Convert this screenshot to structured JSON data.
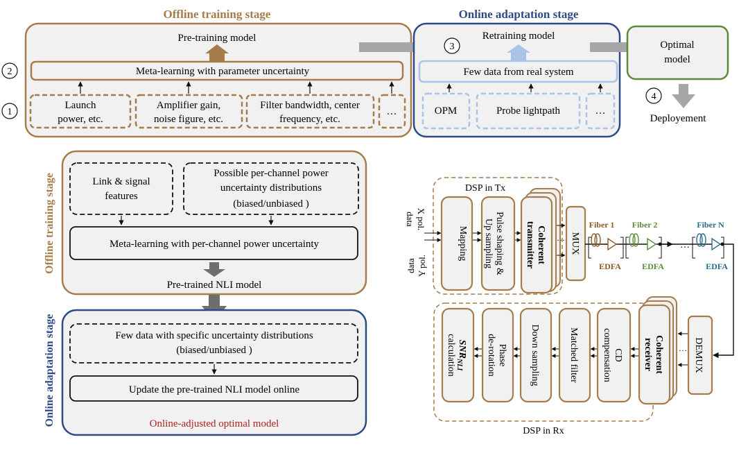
{
  "colors": {
    "offline": "#A57C4A",
    "online": "#2E4A86",
    "optimal": "#5E8A3A",
    "online_adjusted": "#B22222",
    "grey_fill": "#F1F1F1",
    "light_blue": "#A9C4E6",
    "fiber1": "#8B5A2B",
    "fiber2": "#5E8A3A",
    "fiberN": "#2E6A8A",
    "grey_arrow": "#A6A6A6"
  },
  "top": {
    "offline_title": "Offline training stage",
    "online_title": "Online adaptation stage",
    "pretraining": "Pre-training model",
    "meta_learning": "Meta-learning with parameter uncertainty",
    "offline_boxes": [
      {
        "line1": "Launch",
        "line2": "power, etc."
      },
      {
        "line1": "Amplifier gain,",
        "line2": "noise figure, etc."
      },
      {
        "line1": "Filter bandwidth, center",
        "line2": "frequency, etc."
      },
      {
        "line1": "…",
        "line2": ""
      }
    ],
    "steps": [
      "1",
      "2",
      "3",
      "4"
    ],
    "retraining": "Retraining model",
    "few_data": "Few data from real system",
    "online_boxes": [
      "OPM",
      "Probe lightpath",
      "…"
    ],
    "optimal_line1": "Optimal",
    "optimal_line2": "model",
    "deployment": "Deployement"
  },
  "left": {
    "offline_stage": "Offline training stage",
    "online_stage": "Online adaptation stage",
    "link_l1": "Link & signal",
    "link_l2": "features",
    "dist_l1": "Possible per-channel power",
    "dist_l2": "uncertainty distributions",
    "dist_l3": "(biased/unbiased )",
    "meta": "Meta-learning with per-channel power uncertainty",
    "pretrained": "Pre-trained NLI model",
    "fewdata_l1": "Few data with specific uncertainty distributions",
    "fewdata_l2": "(biased/unbiased )",
    "update": "Update the pre-trained NLI model online",
    "online_adjusted": "Online-adjusted optimal model"
  },
  "right": {
    "dsp_tx": "DSP in Tx",
    "dsp_rx": "DSP in Rx",
    "x_pol_1": "X pol.",
    "x_pol_2": "data",
    "y_pol_1": "Y pol.",
    "y_pol_2": "data",
    "mapping": "Mapping",
    "pulse_1": "Pulse shaping &",
    "pulse_2": "Up sampling",
    "coh_tx_1": "Coherent",
    "coh_tx_2": "transmitter",
    "mux": "MUX",
    "fiber1": "Fiber 1",
    "fiber2": "Fiber 2",
    "fiberN": "Fiber N",
    "edfa": "EDFA",
    "dots": "…",
    "demux": "DEMUX",
    "coh_rx_1": "Coherent",
    "coh_rx_2": "receiver",
    "cd_1": "CD",
    "cd_2": "compensation",
    "matched": "Matched filter",
    "down": "Down sampling",
    "phase_1": "Phase",
    "phase_2": "de-rotation",
    "snr_main": "SNR",
    "snr_sub": "NLI",
    "snr_2": "calculation"
  }
}
